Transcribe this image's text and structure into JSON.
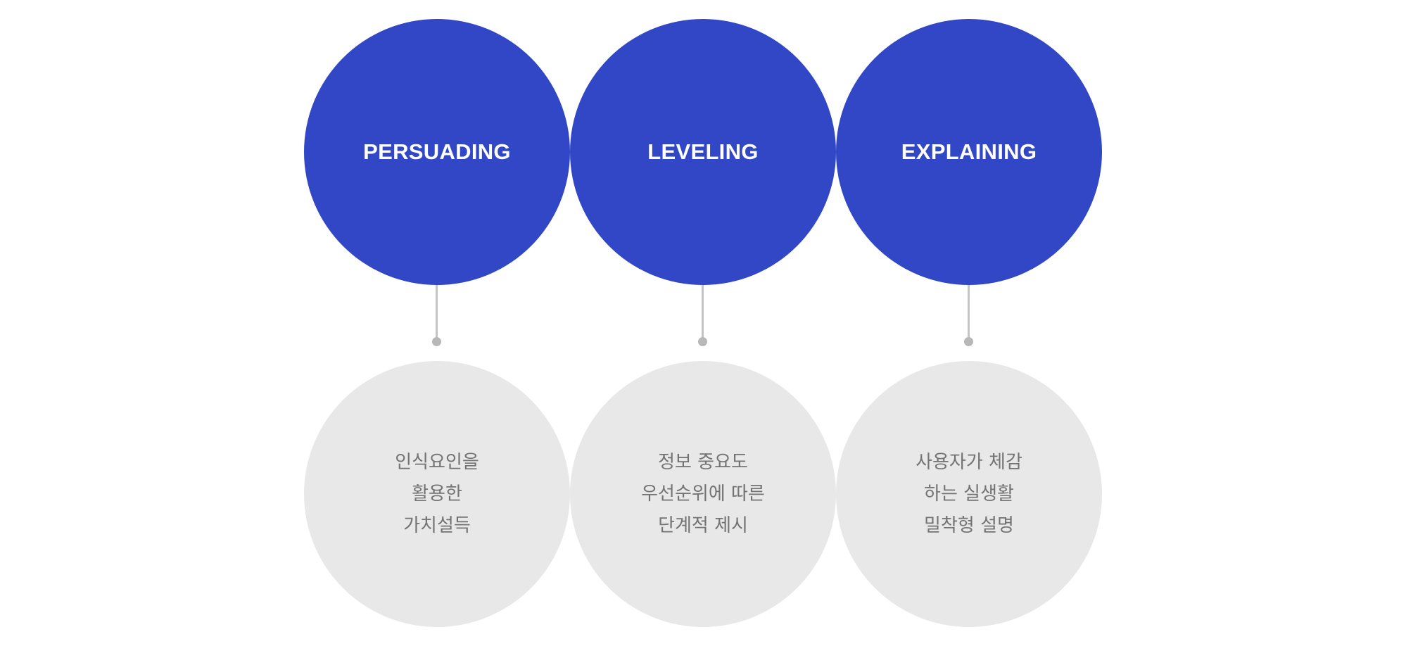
{
  "items": [
    {
      "title": "PERSUADING",
      "lines": [
        "인식요인을",
        "활용한",
        "가치설득"
      ]
    },
    {
      "title": "LEVELING",
      "lines": [
        "정보 중요도",
        "우선순위에 따른",
        "단계적 제시"
      ]
    },
    {
      "title": "EXPLAINING",
      "lines": [
        "사용자가 체감",
        "하는 실생활",
        "밀착형 설명"
      ]
    }
  ],
  "colors": {
    "top_circle": "#3147c6",
    "bottom_circle": "#e8e8e8",
    "connector": "#c4c4c4",
    "body_text": "#737373"
  }
}
